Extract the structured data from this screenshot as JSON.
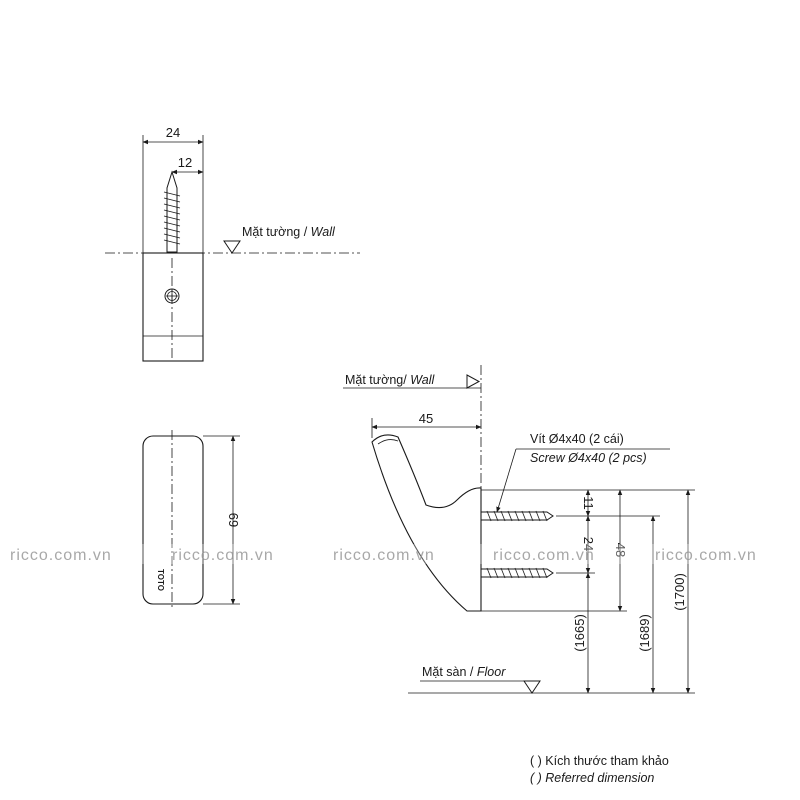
{
  "top_view": {
    "width_dim": "24",
    "screw_offset_dim": "12",
    "wall_label_vi": "Mặt tường / ",
    "wall_label_en": "Wall"
  },
  "front_view": {
    "height_dim": "69",
    "brand": "TOTO"
  },
  "side_view": {
    "wall_label_vi": "Mặt tường/ ",
    "wall_label_en": "Wall",
    "depth_dim": "45",
    "screw_label_vi": "Vít Ø4x40 (2 cái)",
    "screw_label_en": "Screw Ø4x40 (2 pcs)",
    "dim_11": "11",
    "dim_24": "24",
    "dim_48": "48",
    "dim_1665": "(1665)",
    "dim_1689": "(1689)",
    "dim_1700": "(1700)",
    "floor_label_vi": "Mặt sàn / ",
    "floor_label_en": "Floor"
  },
  "note": {
    "line_vi": "( ) Kích thước tham khảo",
    "line_en": "( ) Referred dimension"
  },
  "watermark": {
    "texts": [
      "ricco.com.vn",
      "ricco.com.vn",
      "ricco.com.vn",
      "ricco.com.vn",
      "ricco.com.vn"
    ]
  }
}
